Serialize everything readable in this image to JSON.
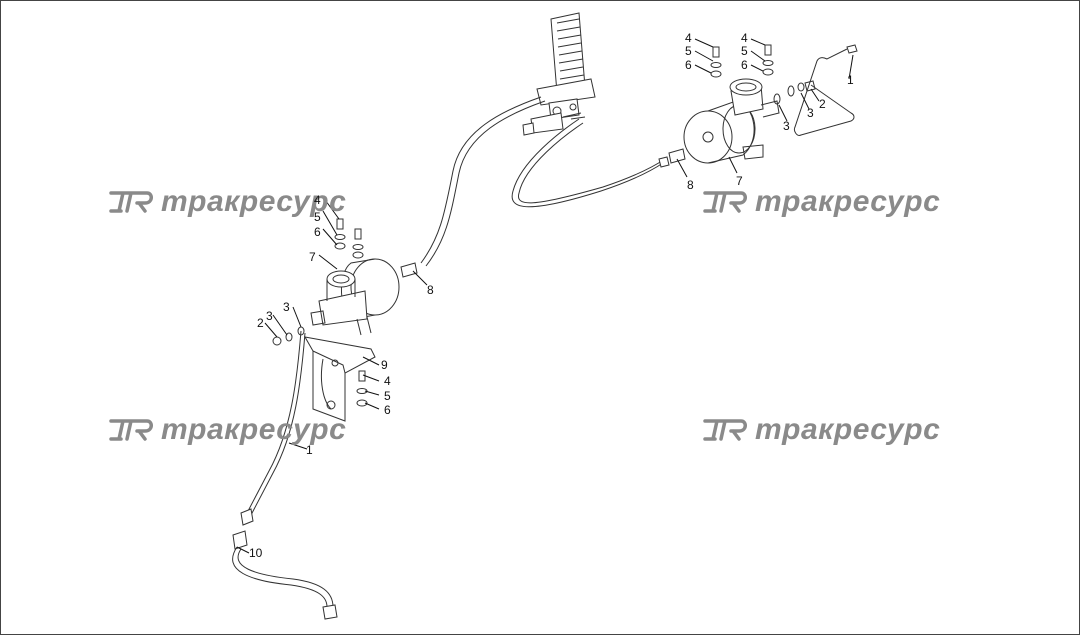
{
  "watermark": {
    "text": "тракресурс",
    "logo_icon": "tr-logo-icon",
    "color": "#8a8a8a"
  },
  "callouts": {
    "c1_top": "1",
    "c2_top": "2",
    "c3_top": "3",
    "c4_top_a": "4",
    "c5_top_a": "5",
    "c6_top_a": "6",
    "c4_top_b": "4",
    "c5_top_b": "5",
    "c6_top_b": "6",
    "c7_top": "7",
    "c8_top": "8",
    "c4_mid": "4",
    "c5_mid": "5",
    "c6_mid": "6",
    "c7_mid": "7",
    "c8_mid": "8",
    "c2_mid": "2",
    "c3_mid_a": "3",
    "c3_mid_b": "3",
    "c9": "9",
    "c4_low": "4",
    "c5_low": "5",
    "c6_low": "6",
    "c1_low": "1",
    "c10": "10"
  },
  "line_color": "#333333"
}
